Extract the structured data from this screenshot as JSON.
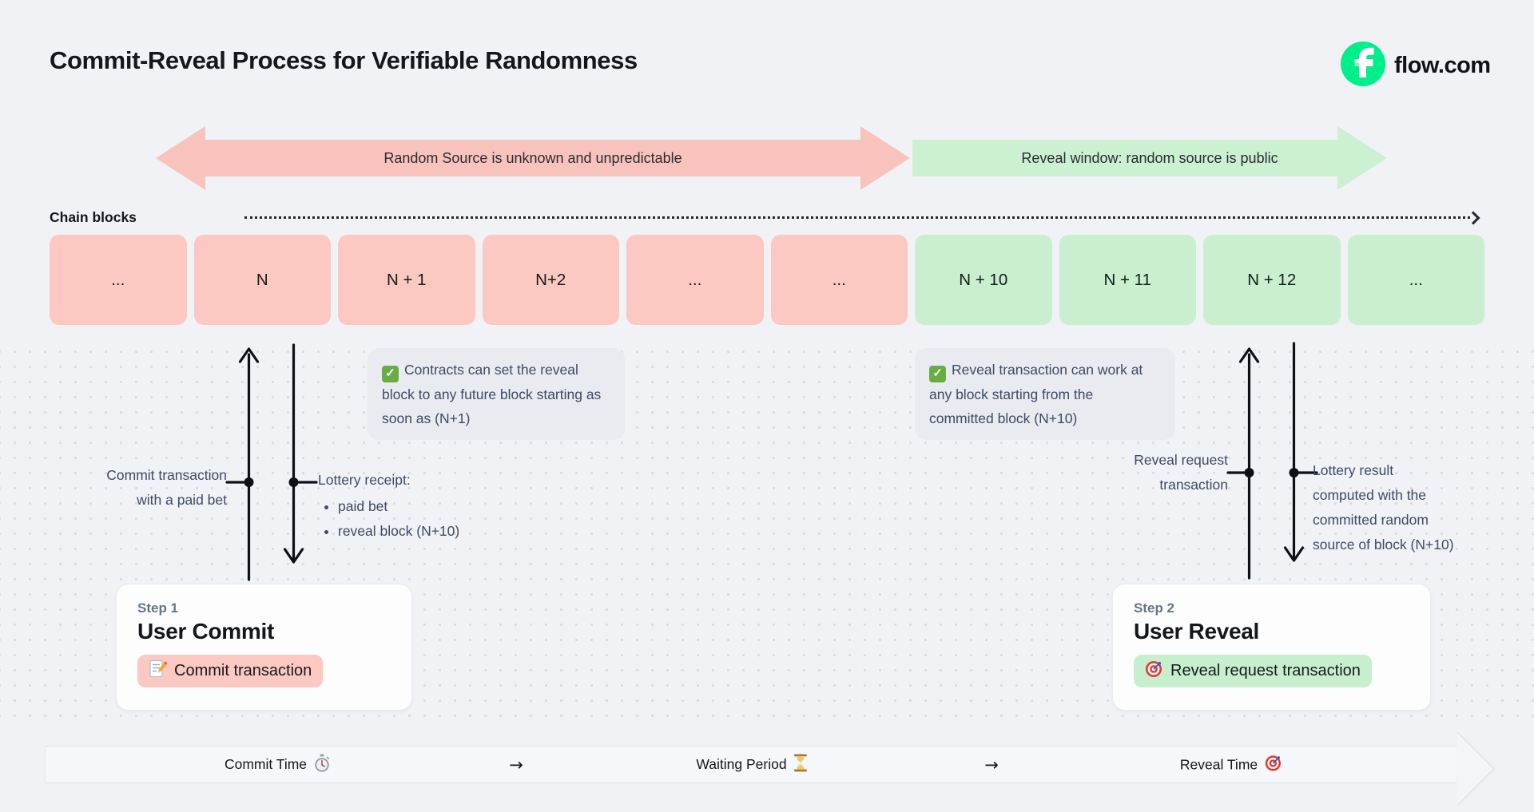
{
  "header": {
    "title": "Commit-Reveal Process for Verifiable Randomness",
    "brand": "flow.com"
  },
  "bands": {
    "commit_phase": "Random Source is unknown and unpredictable",
    "reveal_phase": "Reveal window: random source is public"
  },
  "chain": {
    "label": "Chain blocks",
    "blocks": [
      {
        "label": "...",
        "phase": "pink"
      },
      {
        "label": "N",
        "phase": "pink"
      },
      {
        "label": "N + 1",
        "phase": "pink"
      },
      {
        "label": "N+2",
        "phase": "pink"
      },
      {
        "label": "...",
        "phase": "pink"
      },
      {
        "label": "...",
        "phase": "pink"
      },
      {
        "label": "N + 10",
        "phase": "green"
      },
      {
        "label": "N + 11",
        "phase": "green"
      },
      {
        "label": "N + 12",
        "phase": "green"
      },
      {
        "label": "...",
        "phase": "green"
      }
    ]
  },
  "notes": {
    "commit": "Contracts can set the reveal block to any future block starting as soon as (N+1)",
    "reveal": "Reveal transaction can work at any block starting from the committed block (N+10)"
  },
  "annotations": {
    "commit_lines": [
      "Commit transaction",
      "with a paid bet"
    ],
    "receipt": {
      "title": "Lottery receipt:",
      "items": [
        "paid bet",
        "reveal block (N+10)"
      ]
    },
    "reveal_lines": [
      "Reveal request",
      "transaction"
    ],
    "result_lines": [
      "Lottery result",
      "computed with the",
      "committed random",
      "source of block (N+10)"
    ]
  },
  "steps": [
    {
      "label": "Step 1",
      "title": "User Commit",
      "badge": "Commit transaction"
    },
    {
      "label": "Step 2",
      "title": "User Reveal",
      "badge": "Reveal request transaction"
    }
  ],
  "timeline": {
    "arrow": "→",
    "items": [
      "Commit Time",
      "Waiting Period",
      "Reveal Time"
    ]
  },
  "colors": {
    "background": "#F1F2F6",
    "pink": "#FBC8C2",
    "pink-arrow": "#F9C3BD",
    "green": "#C9EFCF",
    "green-arrow": "#CBF0D2",
    "flow-green": "#00EF8B",
    "note-bg": "#E9EBF1",
    "ink": "#16181D",
    "slate": "#3C4B64",
    "muted": "#68738A"
  }
}
